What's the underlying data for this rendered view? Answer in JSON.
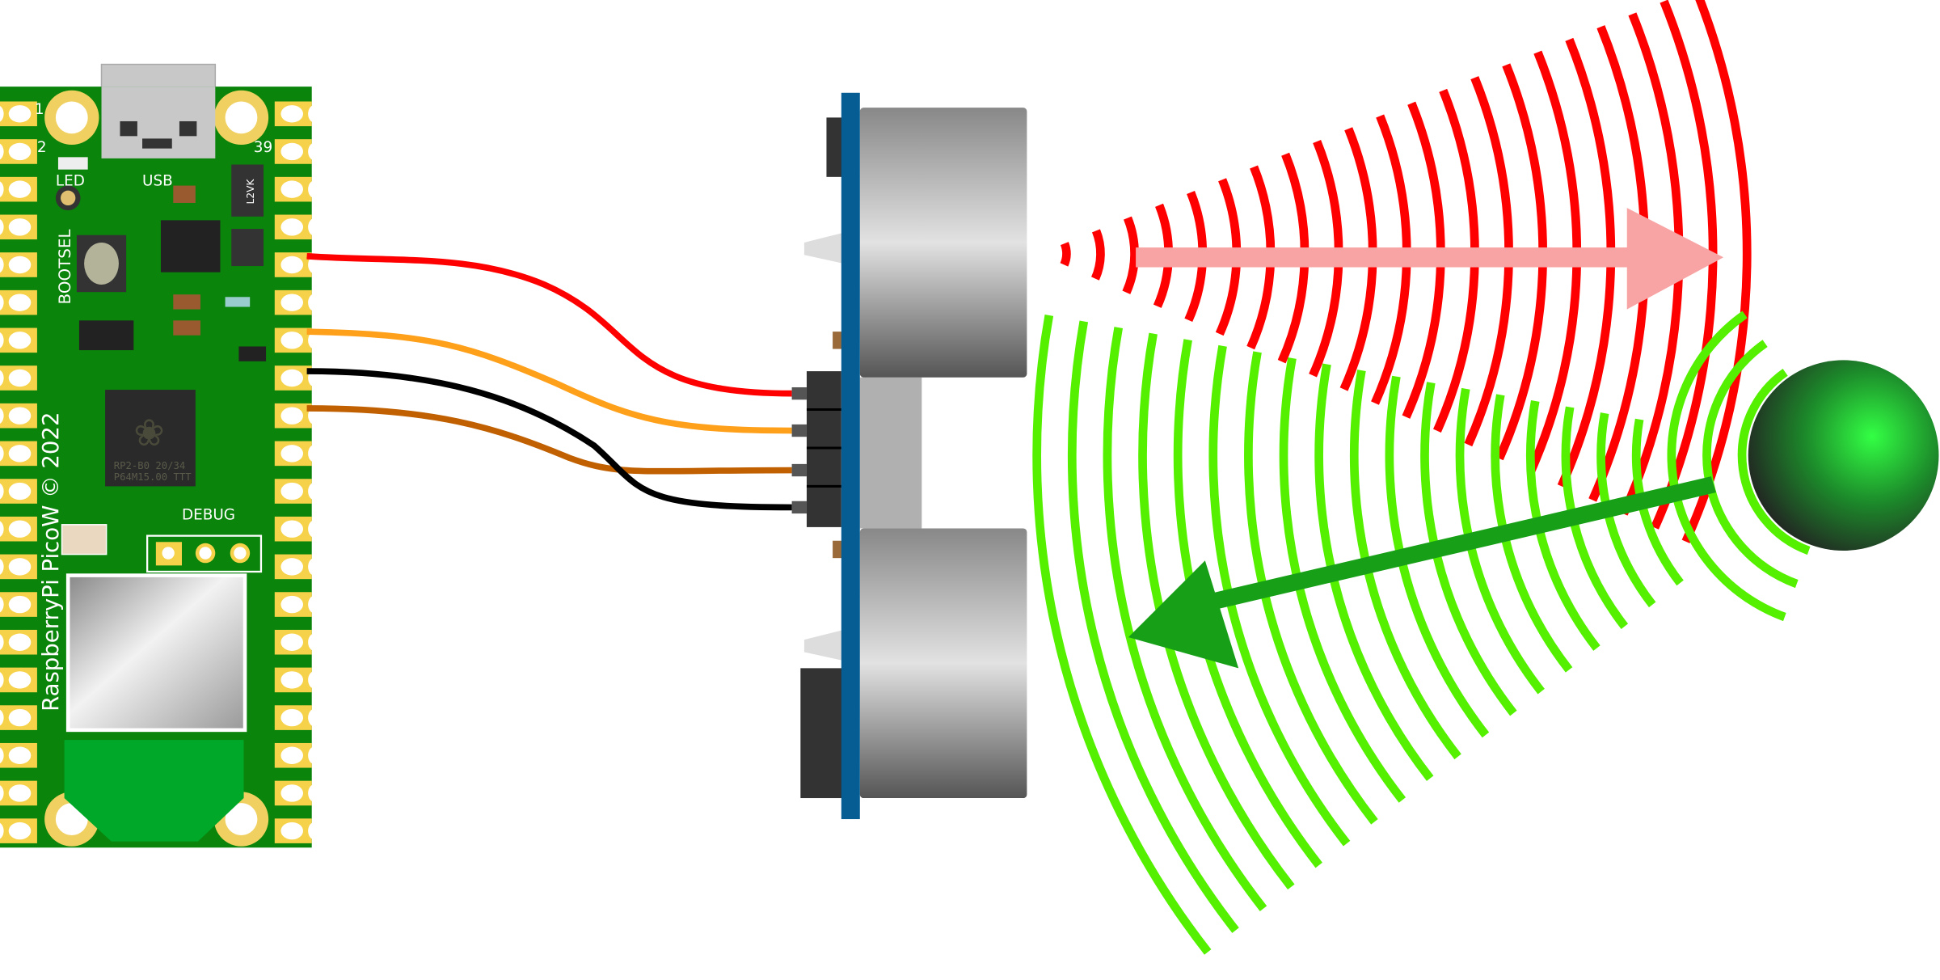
{
  "pico": {
    "pin_1": "1",
    "pin_2": "2",
    "pin_39": "39",
    "led": "LED",
    "usb": "USB",
    "bootsel": "BOOTSEL",
    "brand": "RaspberryPi PicoW © 2022",
    "debug": "DEBUG",
    "chip_line1": "RP2-B0  20/34",
    "chip_line2": "P64M15.00 TTT",
    "diode": "L2VK"
  },
  "colors": {
    "board": "#0a840a",
    "pad": "#f5d24a",
    "wire_vcc": "#ff0000",
    "wire_trig": "#ffa01a",
    "wire_echo": "#c06000",
    "wire_gnd": "#000000",
    "sensor_pcb": "#055d94",
    "tx_wave": "#ff0000",
    "rx_wave": "#55f000",
    "tx_arrow": "#f8a4a4",
    "rx_arrow": "#17a017"
  }
}
